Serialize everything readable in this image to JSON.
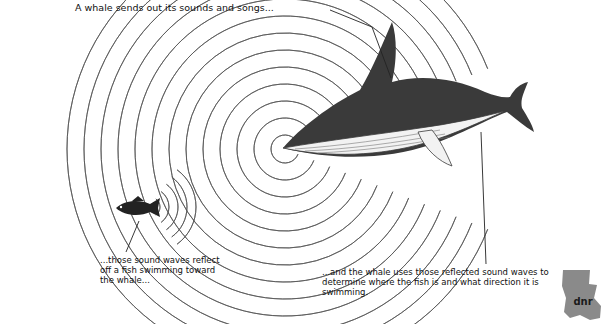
{
  "diagram": {
    "labels": [
      "A whale sends out its sounds and songs...",
      "...those sound waves reflect off a fish swimming toward the whale...",
      "...and the whale uses those reflected sound waves to determine where the fish is and what direction it is swimming.",
      "dnr"
    ]
  }
}
